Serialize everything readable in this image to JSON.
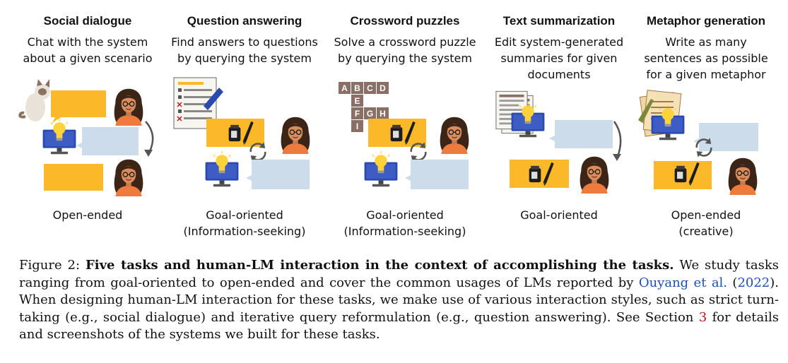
{
  "panels": [
    {
      "title": "Social dialogue",
      "description": "Chat with the system\nabout a given scenario",
      "type": "Open-ended"
    },
    {
      "title": "Question answering",
      "description": "Find answers to questions\nby querying the system",
      "type": "Goal-oriented\n(Information-seeking)"
    },
    {
      "title": "Crossword puzzles",
      "description": "Solve a crossword puzzle\nby querying the system",
      "type": "Goal-oriented\n(Information-seeking)",
      "crossword_letters": [
        "A",
        "B",
        "C",
        "D",
        "E",
        "F",
        "G",
        "H",
        "I"
      ]
    },
    {
      "title": "Text summarization",
      "description": "Edit system-generated\nsummaries for given\ndocuments",
      "type": "Goal-oriented"
    },
    {
      "title": "Metaphor generation",
      "description": "Write as many\nsentences as possible\nfor a given metaphor",
      "type": "Open-ended\n(creative)"
    }
  ],
  "caption": {
    "label": "Figure 2: ",
    "bold": "Five tasks and human-LM interaction in the context of accomplishing the tasks.",
    "text1": " We study tasks ranging from goal-oriented to open-ended and cover the common usages of LMs reported by ",
    "cite_author": "Ouyang et al.",
    "cite_open": " (",
    "cite_year": "2022",
    "cite_close": ").",
    "text2": " When designing human-LM interaction for these tasks, we make use of various interaction styles, such as strict turn-taking (e.g., social dialogue) and iterative query reformulation (e.g., question answering). See Section ",
    "section": "3",
    "text3": " for details and screenshots of the systems we built for these tasks."
  },
  "colors": {
    "yellow_bubble": "#fbb829",
    "blue_bubble": "#ccdcea",
    "monitor": "#2a4ab0",
    "bulb": "#ffd23a",
    "person_shirt": "#ee7a3d",
    "hair": "#3c2416",
    "crossword_tile": "#8a6f66",
    "citation": "#1f4fb5",
    "section_ref": "#c0141b"
  }
}
